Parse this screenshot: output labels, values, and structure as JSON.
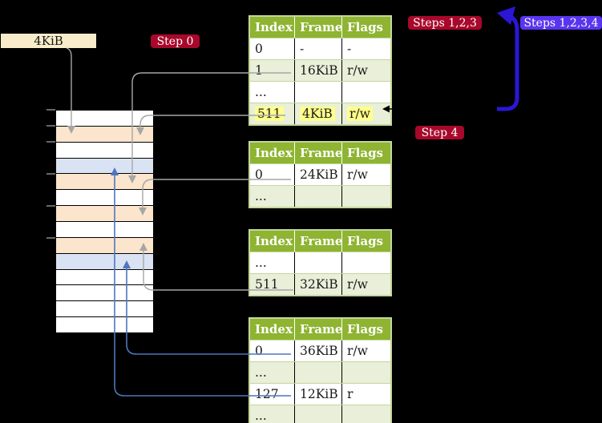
{
  "colors": {
    "badge_red": "#a8082b",
    "badge_purple": "#5a35f0",
    "flow_arrow_blue": "#2b16d6",
    "connector_gray": "#a6a6a6",
    "connector_blue": "#4d76be",
    "header_green": "#8eb432",
    "table_border": "#c4d79d",
    "row_green": "#e9efd8",
    "row_peach": "#fce5cd",
    "row_blue": "#dae3f3",
    "box_cream": "#f8ecca",
    "highlight_yellow": "#ffff8c"
  },
  "frame_box": {
    "label": "4KiB"
  },
  "badges": {
    "step0": "Step 0",
    "steps123": "Steps 1,2,3",
    "steps1234": "Steps 1,2,3,4",
    "step4": "Step 4"
  },
  "memory": {
    "rows": [
      "white",
      "peach",
      "white",
      "blue",
      "peach",
      "white",
      "peach",
      "white",
      "peach",
      "blue",
      "white",
      "white",
      "white",
      "white"
    ]
  },
  "tables": [
    {
      "name": "page-table-1",
      "headers": [
        "Index",
        "Frame",
        "Flags"
      ],
      "rows": [
        {
          "cells": [
            "0",
            "-",
            "-"
          ],
          "shade": "white",
          "highlight": false
        },
        {
          "cells": [
            "1",
            "16KiB",
            "r/w"
          ],
          "shade": "green",
          "highlight": false
        },
        {
          "cells": [
            "...",
            "",
            ""
          ],
          "shade": "white",
          "highlight": false
        },
        {
          "cells": [
            "511",
            "4KiB",
            "r/w"
          ],
          "shade": "green",
          "highlight": true
        }
      ]
    },
    {
      "name": "page-table-2",
      "headers": [
        "Index",
        "Frame",
        "Flags"
      ],
      "rows": [
        {
          "cells": [
            "0",
            "24KiB",
            "r/w"
          ],
          "shade": "white",
          "highlight": false
        },
        {
          "cells": [
            "...",
            "",
            ""
          ],
          "shade": "green",
          "highlight": false
        }
      ]
    },
    {
      "name": "page-table-3",
      "headers": [
        "Index",
        "Frame",
        "Flags"
      ],
      "rows": [
        {
          "cells": [
            "...",
            "",
            ""
          ],
          "shade": "white",
          "highlight": false
        },
        {
          "cells": [
            "511",
            "32KiB",
            "r/w"
          ],
          "shade": "green",
          "highlight": false
        }
      ]
    },
    {
      "name": "page-table-4",
      "headers": [
        "Index",
        "Frame",
        "Flags"
      ],
      "rows": [
        {
          "cells": [
            "0",
            "36KiB",
            "r/w"
          ],
          "shade": "white",
          "highlight": false
        },
        {
          "cells": [
            "...",
            "",
            ""
          ],
          "shade": "green",
          "highlight": false
        },
        {
          "cells": [
            "127",
            "12KiB",
            "r"
          ],
          "shade": "white",
          "highlight": false
        },
        {
          "cells": [
            "...",
            "",
            ""
          ],
          "shade": "green",
          "highlight": false
        }
      ]
    }
  ],
  "connections": [
    {
      "from": "frame-box-4kib",
      "to": "memory-row-2",
      "style": "gray"
    },
    {
      "from": "page-table-1 index 1",
      "to": "memory-row-5",
      "style": "gray"
    },
    {
      "from": "page-table-1 index 511",
      "to": "memory-row-2",
      "style": "gray"
    },
    {
      "from": "page-table-2 index 0",
      "to": "memory-row-7",
      "style": "gray"
    },
    {
      "from": "page-table-3 index 511",
      "to": "memory-row-9",
      "style": "gray"
    },
    {
      "from": "page-table-4 index 0",
      "to": "memory-row-10",
      "style": "blue"
    },
    {
      "from": "page-table-4 index 127",
      "to": "memory-row-4",
      "style": "blue"
    },
    {
      "from": "page-table-1 index 511",
      "to": "steps123-badge",
      "style": "flow-arrow"
    }
  ]
}
